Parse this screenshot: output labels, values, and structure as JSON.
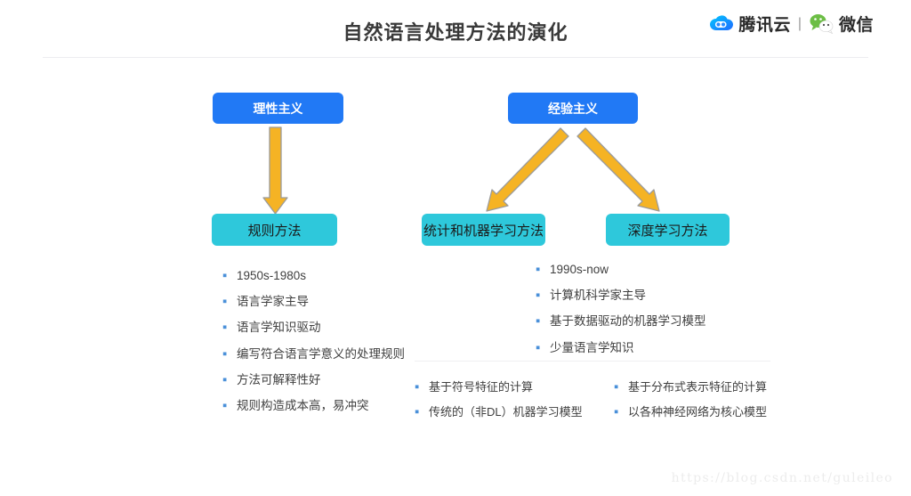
{
  "header": {
    "title": "自然语言处理方法的演化",
    "brand": {
      "cloud_label": "腾讯云",
      "separator": "|",
      "wechat_label": "微信",
      "cloud_icon": "tencent-cloud-icon",
      "wechat_icon": "wechat-icon"
    }
  },
  "diagram": {
    "nodes": {
      "rationalism": "理性主义",
      "empiricism": "经验主义",
      "rule_method": "规则方法",
      "statistical_ml": "统计和机器学习方法",
      "deep_learning": "深度学习方法"
    },
    "arrows": [
      {
        "name": "arrow-rationalism-to-rule",
        "direction": "down"
      },
      {
        "name": "arrow-empiricism-to-statistical",
        "direction": "down-left"
      },
      {
        "name": "arrow-empiricism-to-deeplearning",
        "direction": "down-right"
      }
    ]
  },
  "lists": {
    "rule_method_points": [
      "1950s-1980s",
      "语言学家主导",
      "语言学知识驱动",
      "编写符合语言学意义的处理规则",
      "方法可解释性好",
      "规则构造成本高，易冲突"
    ],
    "empiricism_points": [
      "1990s-now",
      "计算机科学家主导",
      "基于数据驱动的机器学习模型",
      "少量语言学知识"
    ],
    "statistical_points": [
      "基于符号特征的计算",
      "传统的（非DL）机器学习模型"
    ],
    "deep_learning_points": [
      "基于分布式表示特征的计算",
      "以各种神经网络为核心模型"
    ]
  },
  "watermark": "https://blog.csdn.net/guleileo",
  "colors": {
    "blue_node": "#2179f5",
    "cyan_node": "#2ec8db",
    "arrow_fill": "#f5b324",
    "arrow_stroke": "#9a9a9a",
    "bullet_dot": "#4a90d9",
    "title_text": "#3a3a3a"
  }
}
